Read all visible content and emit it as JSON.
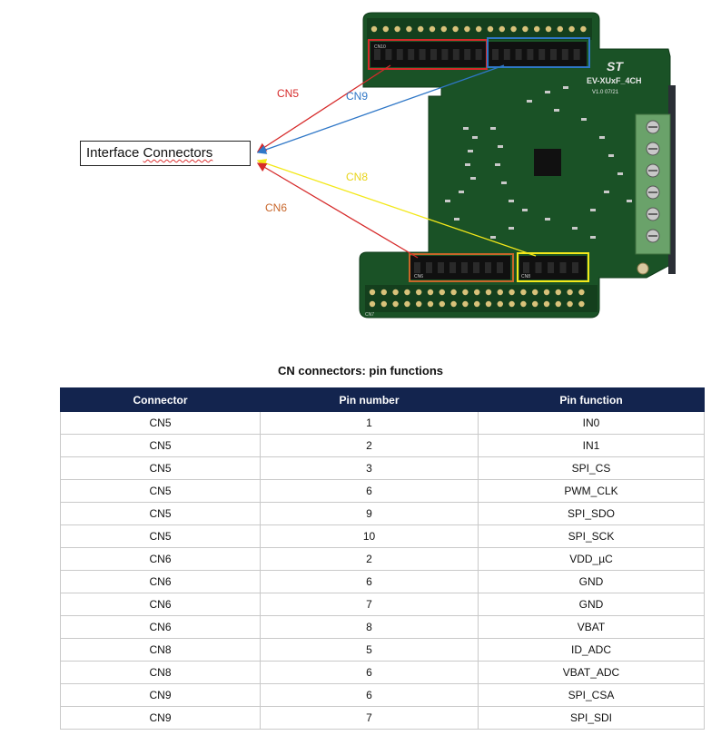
{
  "figure": {
    "callout": {
      "before": "Interface ",
      "squiggle": "Connectors"
    },
    "arrow_labels": {
      "cn5": "CN5",
      "cn9": "CN9",
      "cn8": "CN8",
      "cn6": "CN6"
    },
    "board_texts": {
      "name": "EV-XUxF_4CH",
      "version": "V1.0 07/21",
      "logo": "ST",
      "cn10": "CN10",
      "cn7": "CN7",
      "cn6": "CN6",
      "cn8": "CN8"
    },
    "colors": {
      "cn5": "#d62a2a",
      "cn9": "#2f77c7",
      "cn8": "#f3e81a",
      "cn6": "#c8662a",
      "pcb": "#1a5226"
    }
  },
  "table": {
    "caption": "CN connectors: pin functions",
    "headers": [
      "Connector",
      "Pin number",
      "Pin function"
    ],
    "rows": [
      [
        "CN5",
        "1",
        "IN0"
      ],
      [
        "CN5",
        "2",
        "IN1"
      ],
      [
        "CN5",
        "3",
        "SPI_CS"
      ],
      [
        "CN5",
        "6",
        "PWM_CLK"
      ],
      [
        "CN5",
        "9",
        "SPI_SDO"
      ],
      [
        "CN5",
        "10",
        "SPI_SCK"
      ],
      [
        "CN6",
        "2",
        "VDD_µC"
      ],
      [
        "CN6",
        "6",
        "GND"
      ],
      [
        "CN6",
        "7",
        "GND"
      ],
      [
        "CN6",
        "8",
        "VBAT"
      ],
      [
        "CN8",
        "5",
        "ID_ADC"
      ],
      [
        "CN8",
        "6",
        "VBAT_ADC"
      ],
      [
        "CN9",
        "6",
        "SPI_CSA"
      ],
      [
        "CN9",
        "7",
        "SPI_SDI"
      ]
    ]
  }
}
